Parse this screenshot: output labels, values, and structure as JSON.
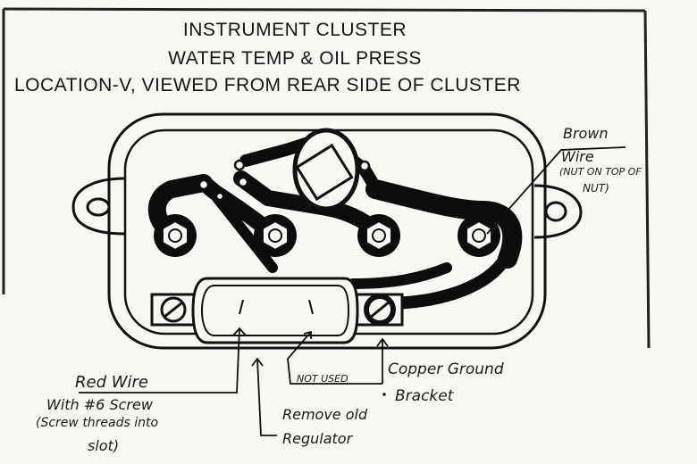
{
  "title": {
    "line1": "INSTRUMENT CLUSTER",
    "line2": "WATER TEMP & OIL PRESS",
    "line3": "LOCATION-V, VIEWED FROM REAR SIDE OF CLUSTER"
  },
  "labels": {
    "brown_wire": {
      "line1": "Brown",
      "line2": "Wire",
      "line3": "(NUT ON TOP OF",
      "line4": "NUT)"
    },
    "red_wire": {
      "line1": "Red Wire",
      "line2": "With #6 Screw",
      "line3": "(Screw threads into",
      "line4": "slot)"
    },
    "remove_regulator": {
      "line1": "Remove old",
      "line2": "Regulator"
    },
    "not_used": "NOT USED",
    "copper_ground": {
      "line1": "Copper Ground",
      "line2": "Bracket"
    }
  },
  "colors": {
    "ink": "#111111",
    "paper": "#f7f7f3"
  }
}
